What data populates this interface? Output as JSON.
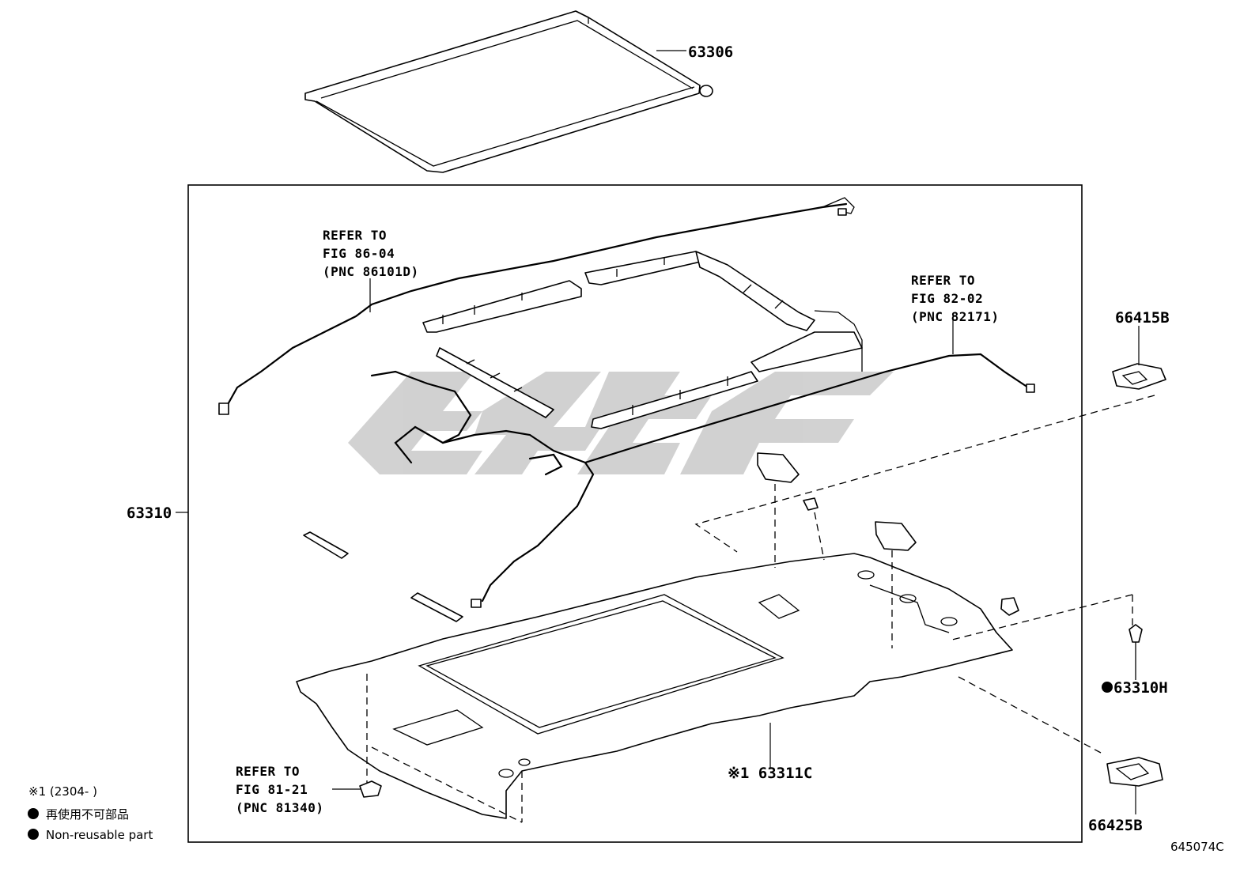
{
  "diagram_id": "645074C",
  "watermark": "Toyota parts catalog watermark",
  "parts": {
    "sunshade": "63306",
    "headliner_assembly": "63310",
    "headliner": "※1 63311C",
    "clip_h": "63310H",
    "holder_front": "66415B",
    "holder_rear": "66425B"
  },
  "references": {
    "ref_86": [
      "REFER TO",
      "FIG 86-04",
      "(PNC 86101D)"
    ],
    "ref_82": [
      "REFER TO",
      "FIG 82-02",
      "(PNC 82171)"
    ],
    "ref_81": [
      "REFER TO",
      "FIG 81-21",
      "(PNC 81340)"
    ]
  },
  "legend": {
    "note_range": "※1 (2304-      )",
    "non_reusable_ja": "再使用不可部品",
    "non_reusable_en": "Non-reusable part"
  },
  "colors": {
    "line": "#000000",
    "watermark": "#c8c8c8",
    "background": "#ffffff"
  }
}
